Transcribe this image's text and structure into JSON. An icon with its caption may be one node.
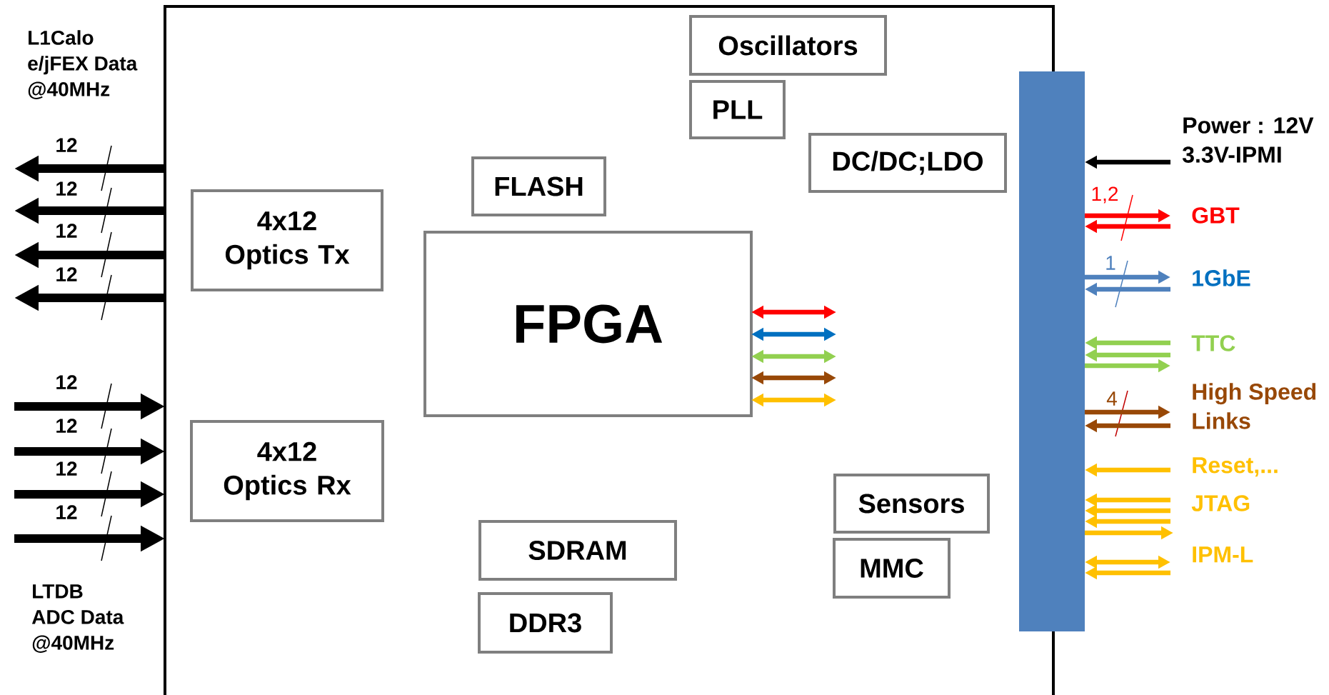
{
  "diagram": {
    "nodes": [
      {
        "text": [],
        "shape": "box"
      },
      {
        "text": [
          "Oscillators"
        ],
        "in": 0
      },
      {
        "text": [
          "PLL"
        ],
        "in": 0
      },
      {
        "text": [
          "DC/DC;LDO"
        ],
        "in": 0
      },
      {
        "text": [
          "FLASH"
        ],
        "in": 0
      },
      {
        "text": [
          "4x12 Optics Tx"
        ],
        "in": 0
      },
      {
        "text": [
          "FPGA"
        ],
        "in": 0
      },
      {
        "text": [
          "4x12 Optics Rx"
        ],
        "in": 0
      },
      {
        "text": [
          "Sensors"
        ],
        "in": 0
      },
      {
        "text": [
          "SDRAM"
        ],
        "in": 0
      },
      {
        "text": [
          "MMC"
        ],
        "in": 0
      },
      {
        "text": [
          "DDR3"
        ],
        "in": 0
      },
      {
        "text": [],
        "shape": "bar"
      }
    ],
    "edges": [
      {
        "from": 0,
        "to": null,
        "arrow": "to",
        "label": "12",
        "style": "thick",
        "color": "#000000"
      },
      {
        "from": 0,
        "to": null,
        "arrow": "to",
        "label": "12",
        "style": "thick",
        "color": "#000000"
      },
      {
        "from": 0,
        "to": null,
        "arrow": "to",
        "label": "12",
        "style": "thick",
        "color": "#000000"
      },
      {
        "from": 0,
        "to": null,
        "arrow": "to",
        "label": "12",
        "style": "thick",
        "color": "#000000"
      },
      {
        "from": null,
        "to": 0,
        "arrow": "to",
        "label": "12",
        "style": "thick",
        "color": "#000000"
      },
      {
        "from": null,
        "to": 0,
        "arrow": "to",
        "label": "12",
        "style": "thick",
        "color": "#000000"
      },
      {
        "from": null,
        "to": 0,
        "arrow": "to",
        "label": "12",
        "style": "thick",
        "color": "#000000"
      },
      {
        "from": null,
        "to": 0,
        "arrow": "to",
        "label": "12",
        "style": "thick",
        "color": "#000000"
      },
      {
        "from": 6,
        "to": null,
        "arrow": "both",
        "color": "#ff0000"
      },
      {
        "from": 6,
        "to": null,
        "arrow": "both",
        "color": "#0070c0"
      },
      {
        "from": 6,
        "to": null,
        "arrow": "both",
        "color": "#92d050"
      },
      {
        "from": 6,
        "to": null,
        "arrow": "both",
        "color": "#984807"
      },
      {
        "from": 6,
        "to": null,
        "arrow": "both",
        "color": "#ffc000"
      },
      {
        "from": null,
        "to": 12,
        "arrow": "to",
        "color": "#000000"
      },
      {
        "from": 12,
        "to": null,
        "arrow": "to",
        "label": "1,2",
        "color": "#ff0000"
      },
      {
        "from": null,
        "to": 12,
        "arrow": "to",
        "color": "#ff0000"
      },
      {
        "from": 12,
        "to": null,
        "arrow": "to",
        "label": "1",
        "color": "#4f81bd"
      },
      {
        "from": null,
        "to": 12,
        "arrow": "to",
        "color": "#4f81bd"
      },
      {
        "from": null,
        "to": 12,
        "arrow": "to",
        "color": "#92d050"
      },
      {
        "from": null,
        "to": 12,
        "arrow": "to",
        "color": "#92d050"
      },
      {
        "from": 12,
        "to": null,
        "arrow": "to",
        "color": "#92d050"
      },
      {
        "from": 12,
        "to": null,
        "arrow": "to",
        "label": "4",
        "color": "#984807"
      },
      {
        "from": null,
        "to": 12,
        "arrow": "to",
        "color": "#984807"
      },
      {
        "from": null,
        "to": 12,
        "arrow": "to",
        "color": "#ffc000"
      },
      {
        "from": null,
        "to": 12,
        "arrow": "to",
        "color": "#ffc000"
      },
      {
        "from": null,
        "to": 12,
        "arrow": "to",
        "color": "#ffc000"
      },
      {
        "from": null,
        "to": 12,
        "arrow": "to",
        "color": "#ffc000"
      },
      {
        "from": 12,
        "to": null,
        "arrow": "to",
        "color": "#ffc000"
      },
      {
        "from": 12,
        "to": null,
        "arrow": "both",
        "color": "#ffc000"
      },
      {
        "from": null,
        "to": 12,
        "arrow": "to",
        "color": "#ffc000"
      }
    ],
    "labels": [
      "L1Calo e/jFEX Data @40MHz",
      "Power : 12V 3.3V-IPMI",
      "GBT",
      "1GbE",
      "TTC",
      "High Speed Links",
      "Reset,...",
      "JTAG",
      "IPM-L",
      "LTDB ADC Data @40MHz"
    ]
  }
}
